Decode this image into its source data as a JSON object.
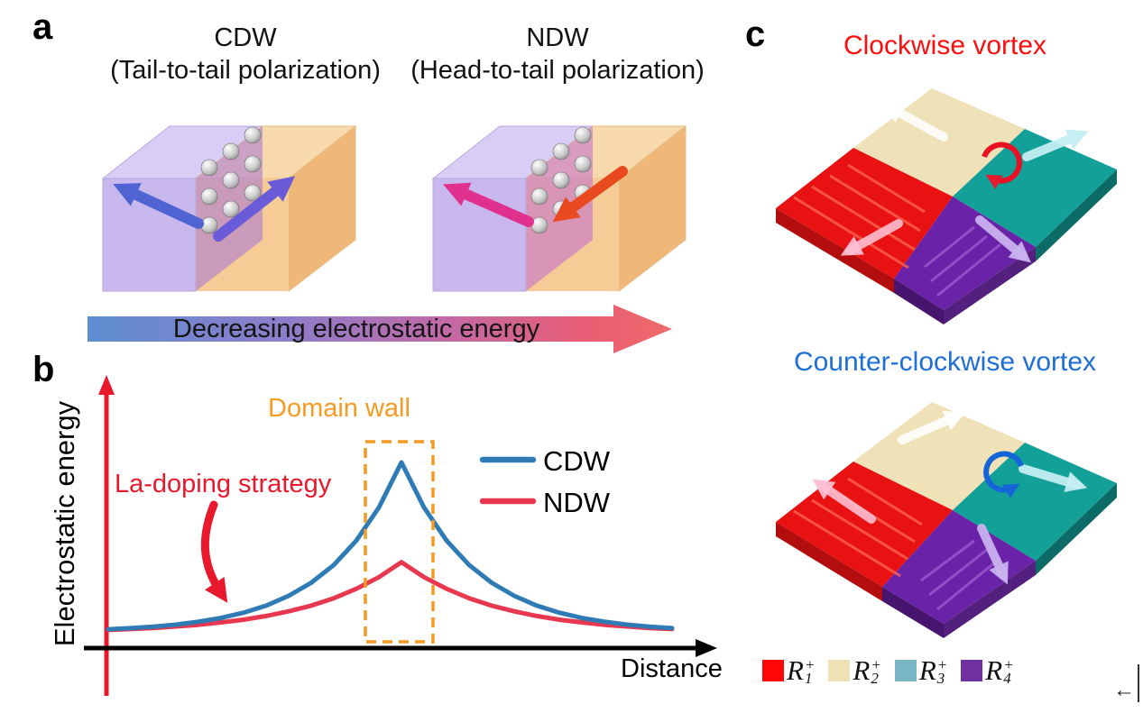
{
  "panel_a": {
    "label": "a",
    "cdw": {
      "title": "CDW",
      "subtitle": "(Tail-to-tail polarization)"
    },
    "ndw": {
      "title": "NDW",
      "subtitle": "(Head-to-tail polarization)"
    },
    "gradient_arrow": {
      "label": "Decreasing electrostatic energy",
      "color_start": "#5d8fd0",
      "color_mid": "#b06fb8",
      "color_end": "#ef6b6b"
    }
  },
  "panel_b": {
    "label": "b",
    "domain_wall_label": "Domain wall",
    "domain_wall_color": "#f59a23",
    "la_doping_label": "La-doping strategy",
    "la_doping_color": "#e8192c",
    "y_axis_color": "#e8192c",
    "x_axis_color": "#000000"
  },
  "panel_c": {
    "label": "c",
    "top_title": "Clockwise vortex",
    "top_title_color": "#fb0f0c",
    "bottom_title": "Counter-clockwise vortex",
    "bottom_title_color": "#1d6fd6",
    "legend": [
      {
        "label_base": "R",
        "label_sub": "1",
        "label_sup": "+",
        "color": "#fe0606"
      },
      {
        "label_base": "R",
        "label_sub": "2",
        "label_sup": "+",
        "color": "#eee1b5"
      },
      {
        "label_base": "R",
        "label_sub": "3",
        "label_sup": "+",
        "color": "#79b7c5"
      },
      {
        "label_base": "R",
        "label_sub": "4",
        "label_sup": "+",
        "color": "#7030a0"
      }
    ]
  },
  "artifact": {
    "glyph": "←"
  },
  "chart_data": {
    "type": "line",
    "title": "",
    "xlabel": "Distance",
    "ylabel": "Electrostatic energy",
    "axes_numeric_labels": false,
    "grid": false,
    "legend_position": "upper-right",
    "xlim": [
      0,
      1
    ],
    "ylim": [
      0,
      1.05
    ],
    "peak_x": 0.52,
    "x": [
      0,
      0.04,
      0.08,
      0.12,
      0.16,
      0.2,
      0.24,
      0.28,
      0.32,
      0.36,
      0.4,
      0.44,
      0.48,
      0.52,
      0.56,
      0.6,
      0.64,
      0.68,
      0.72,
      0.76,
      0.8,
      0.84,
      0.88,
      0.92,
      0.96,
      1.0
    ],
    "series": [
      {
        "name": "CDW",
        "color": "#2e7bb5",
        "values": [
          0.097,
          0.103,
          0.111,
          0.122,
          0.138,
          0.158,
          0.187,
          0.225,
          0.278,
          0.349,
          0.445,
          0.577,
          0.756,
          1.0,
          0.756,
          0.577,
          0.445,
          0.349,
          0.278,
          0.225,
          0.187,
          0.158,
          0.138,
          0.122,
          0.111,
          0.103
        ]
      },
      {
        "name": "NDW",
        "color": "#e8384f",
        "values": [
          0.093,
          0.098,
          0.104,
          0.112,
          0.121,
          0.134,
          0.149,
          0.169,
          0.194,
          0.225,
          0.265,
          0.316,
          0.379,
          0.46,
          0.379,
          0.316,
          0.265,
          0.225,
          0.194,
          0.169,
          0.149,
          0.134,
          0.121,
          0.112,
          0.104,
          0.098
        ]
      }
    ],
    "annotations": [
      {
        "text": "Domain wall",
        "color": "#f59a23",
        "type": "dashed-box",
        "x_range": [
          0.455,
          0.575
        ]
      },
      {
        "text": "La-doping strategy",
        "color": "#e8192c",
        "type": "arrow-label"
      }
    ]
  }
}
